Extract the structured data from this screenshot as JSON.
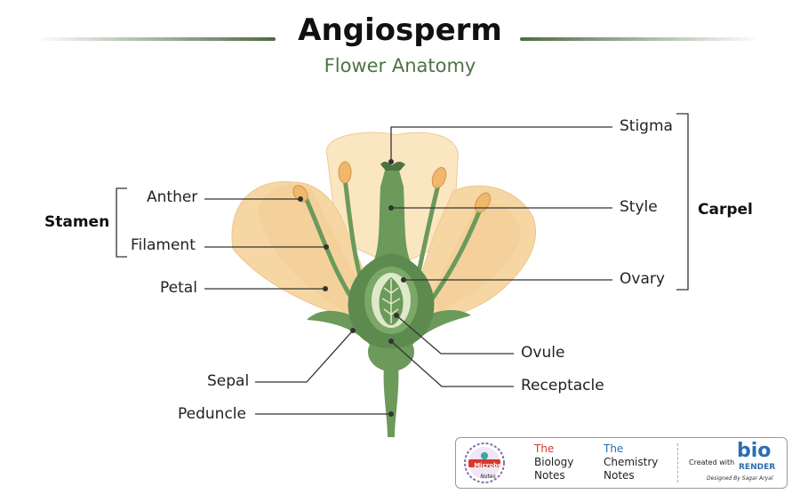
{
  "title": "Angiosperm",
  "subtitle": "Flower Anatomy",
  "labels": {
    "anther": "Anther",
    "filament": "Filament",
    "petal": "Petal",
    "sepal": "Sepal",
    "peduncle": "Peduncle",
    "stigma": "Stigma",
    "style": "Style",
    "ovary": "Ovary",
    "ovule": "Ovule",
    "receptacle": "Receptacle"
  },
  "groups": {
    "stamen": "Stamen",
    "carpel": "Carpel"
  },
  "badge": {
    "microbe_line1": "Microbe",
    "microbe_line2": "Notes",
    "biology": [
      "The",
      "Biology",
      "Notes"
    ],
    "chemistry": [
      "The",
      "Chemistry",
      "Notes"
    ],
    "created_with": "Created with",
    "bio": "bio",
    "render": "RENDER",
    "designed_by": "Designed By Sagar Aryal"
  },
  "colors": {
    "petal_fill": "#f6d7a4",
    "petal_back": "#fbe6c2",
    "stem_green": "#6b9a5a",
    "dark_green": "#4b7440",
    "anther": "#f0b86a",
    "accent": "#4f7346"
  }
}
